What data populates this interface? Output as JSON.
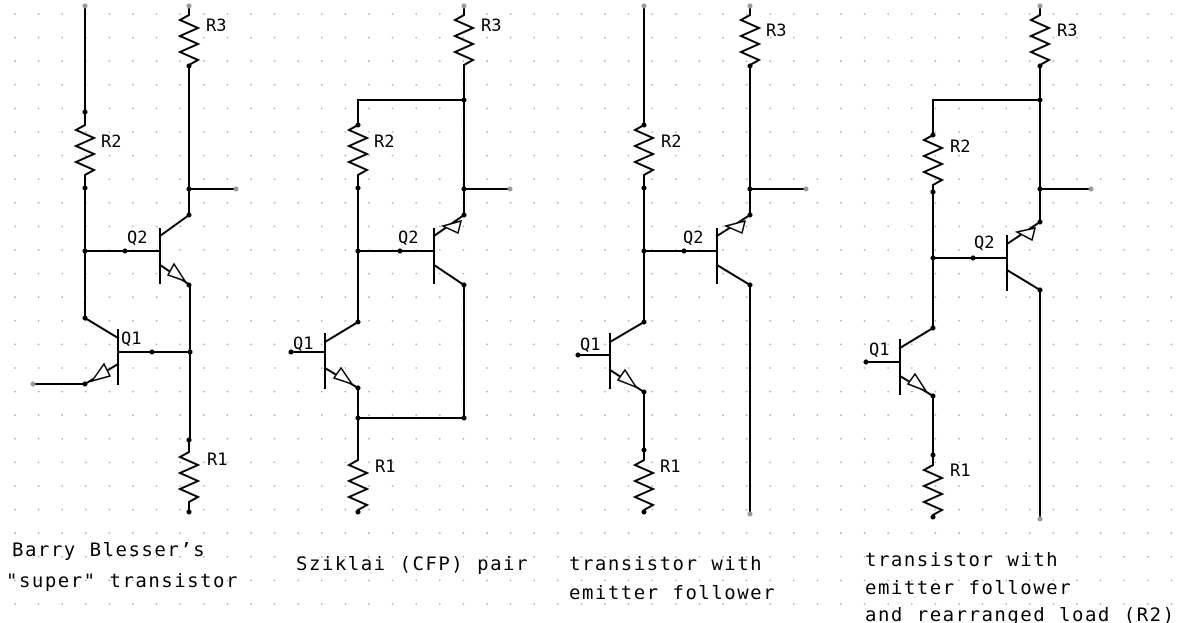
{
  "circuits": [
    {
      "labels": {
        "q1": "Q1",
        "q2": "Q2",
        "r1": "R1",
        "r2": "R2",
        "r3": "R3"
      },
      "caption": [
        "Barry Blesser’s",
        "\"super\" transistor"
      ]
    },
    {
      "labels": {
        "q1": "Q1",
        "q2": "Q2",
        "r1": "R1",
        "r2": "R2",
        "r3": "R3"
      },
      "caption": [
        "Sziklai (CFP) pair"
      ]
    },
    {
      "labels": {
        "q1": "Q1",
        "q2": "Q2",
        "r1": "R1",
        "r2": "R2",
        "r3": "R3"
      },
      "caption": [
        "transistor with",
        "emitter follower"
      ]
    },
    {
      "labels": {
        "q1": "Q1",
        "q2": "Q2",
        "r1": "R1",
        "r2": "R2",
        "r3": "R3"
      },
      "caption": [
        "transistor with",
        "emitter follower",
        "and rearranged load (R2)"
      ]
    }
  ]
}
